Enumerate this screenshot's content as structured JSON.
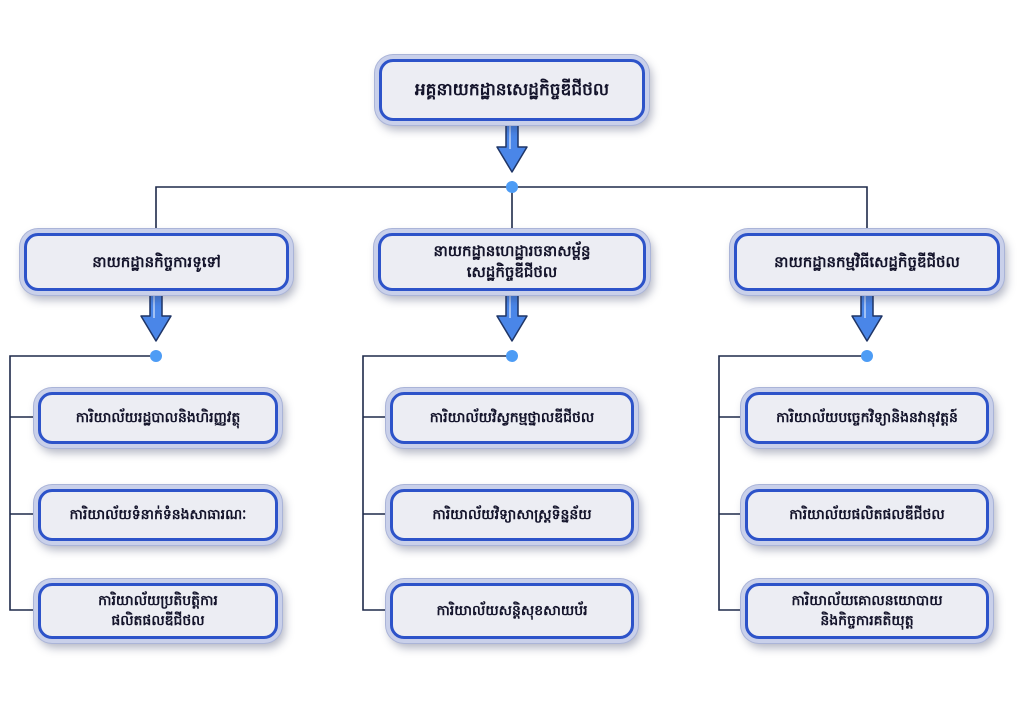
{
  "root": {
    "label": "អគ្គនាយកដ្ឋានសេដ្ឋកិច្ចឌីជីថល"
  },
  "departments": [
    {
      "label": "នាយកដ្ឋានកិច្ចការទូទៅ",
      "offices": [
        "ការិយាល័យរដ្ឋបាលនិងហិរញ្ញវត្ថុ",
        "ការិយាល័យទំនាក់ទំនងសាធារណៈ",
        "ការិយាល័យប្រតិបត្តិការ\nផលិតផលឌីជីថល"
      ]
    },
    {
      "label": "នាយកដ្ឋានហេដ្ឋារចនាសម្ព័ន្ធ\nសេដ្ឋកិច្ចឌីជីថល",
      "offices": [
        "ការិយាល័យវិស្វកម្មថ្នាលឌីជីថល",
        "ការិយាល័យវិទ្យាសាស្ត្រទិន្នន័យ",
        "ការិយាល័យសន្តិសុខសាយប័រ"
      ]
    },
    {
      "label": "នាយកដ្ឋានកម្មវិធីសេដ្ឋកិច្ចឌីជីថល",
      "offices": [
        "ការិយាល័យបច្ចេកវិទ្យានិងនវានុវត្តន៍",
        "ការិយាល័យផលិតផលឌីជីថល",
        "ការិយាល័យគោលនយោបាយ\nនិងកិច្ចការគតិយុត្ត"
      ]
    }
  ],
  "colors": {
    "line": "#1e2a4a",
    "node": "#4d9cf5",
    "arrow_fill": "#4a86e8",
    "arrow_stroke": "#1f3566",
    "box_fill": "#ecedf3",
    "box_border": "#2d53c9"
  }
}
